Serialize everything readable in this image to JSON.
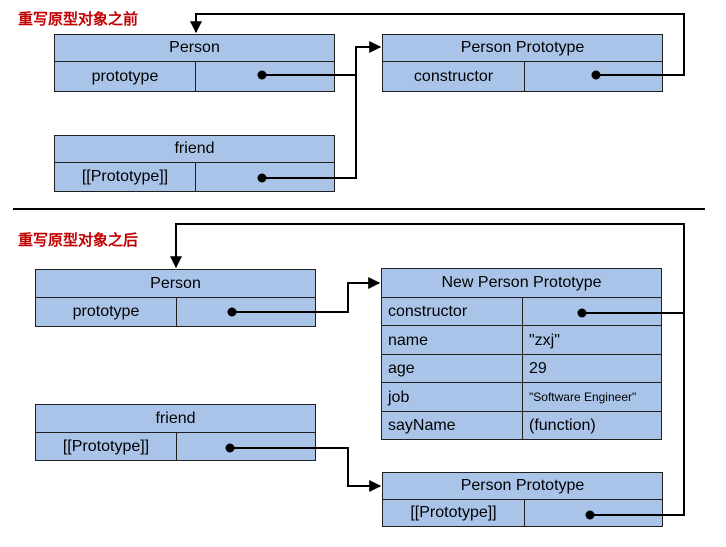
{
  "captions": {
    "before": "重写原型对象之前",
    "after": "重写原型对象之后"
  },
  "before": {
    "person": {
      "title": "Person",
      "prop": "prototype"
    },
    "person_prototype": {
      "title": "Person Prototype",
      "prop": "constructor"
    },
    "friend": {
      "title": "friend",
      "prop": "[[Prototype]]"
    }
  },
  "after": {
    "person": {
      "title": "Person",
      "prop": "prototype"
    },
    "new_person_prototype": {
      "title": "New Person Prototype",
      "rows": [
        {
          "key": "constructor",
          "value": ""
        },
        {
          "key": "name",
          "value": "\"zxj\""
        },
        {
          "key": "age",
          "value": "29"
        },
        {
          "key": "job",
          "value": "\"Software Engineer\""
        },
        {
          "key": "sayName",
          "value": "(function)"
        }
      ]
    },
    "friend": {
      "title": "friend",
      "prop": "[[Prototype]]"
    },
    "person_prototype": {
      "title": "Person Prototype",
      "prop": "[[Prototype]]"
    }
  }
}
